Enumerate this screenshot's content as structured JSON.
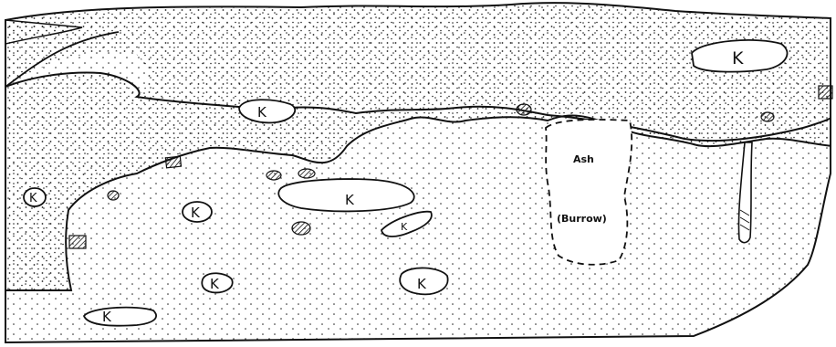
{
  "labels": {
    "kernel": "K",
    "ash": "Ash",
    "burrow": "(Burrow)"
  }
}
